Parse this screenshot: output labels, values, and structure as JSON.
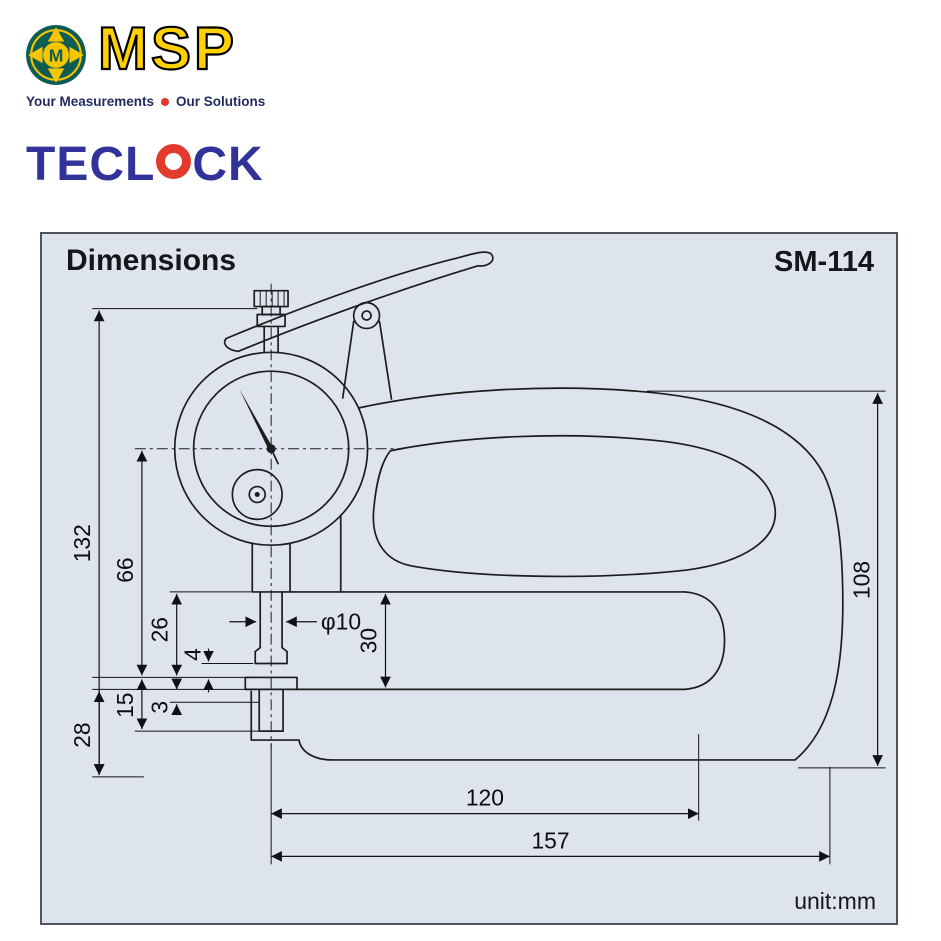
{
  "branding": {
    "msp": {
      "name": "MSP",
      "monogram": "M",
      "tagline_left": "Your Measurements",
      "tagline_right": "Our Solutions"
    },
    "teclock": {
      "word_start": "TECL",
      "word_end": "CK"
    }
  },
  "panel": {
    "title": "Dimensions",
    "model": "SM-114",
    "unit_label": "unit:mm"
  },
  "dimensions": {
    "overall_height": "132",
    "dial_center_to_anvil": "66",
    "upper_face_to_anvil": "26",
    "stroke_gap": "4",
    "anvil_height": "15",
    "plate_thickness": "3",
    "base_to_bottom": "28",
    "contact_diameter": "φ10",
    "throat_opening": "30",
    "frame_height": "108",
    "throat_depth": "120",
    "overall_length": "157"
  }
}
